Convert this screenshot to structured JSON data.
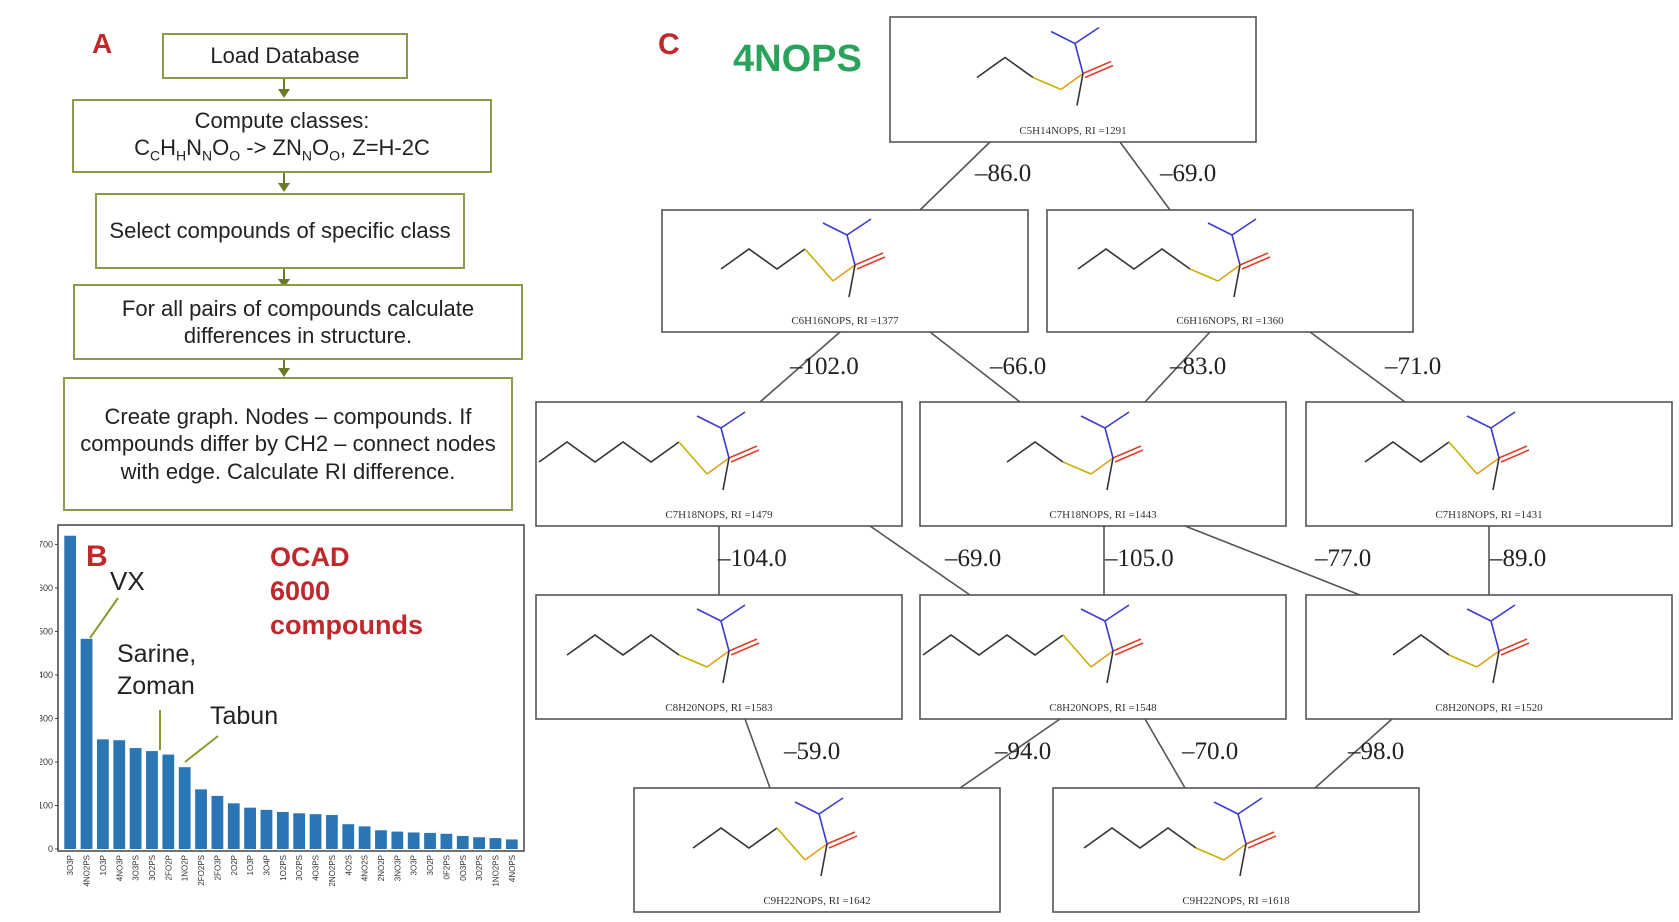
{
  "panel_a": {
    "label": "A",
    "steps": [
      {
        "text": "Load Database"
      },
      {
        "line1": "Compute classes:",
        "f1": "C",
        "s1": "C",
        "f2": "H",
        "s2": "H",
        "f3": "N",
        "s3": "N",
        "f4": "O",
        "s4": "O",
        "arrow": " -> ZN",
        "s5": "N",
        "f6": "O",
        "s6": "O",
        "tail": ", Z=H-2C"
      },
      {
        "text": "Select compounds of specific class"
      },
      {
        "text": "For all pairs of compounds calculate differences in structure."
      },
      {
        "text": "Create graph. Nodes – compounds. If compounds differ by CH2 – connect nodes with edge. Calculate RI difference."
      }
    ]
  },
  "panel_b": {
    "label": "B",
    "db_line1": "OCAD",
    "db_line2": "6000",
    "db_line3": "compounds",
    "ann_vx": "VX",
    "ann_sarine": "Sarine,",
    "ann_zoman": "Zoman",
    "ann_tabun": "Tabun"
  },
  "chart_data": {
    "type": "bar",
    "categories": [
      "3O3P",
      "4NO2PS",
      "1O3P",
      "4NO3P",
      "3O3PS",
      "3O2PS",
      "2FO2P",
      "1NO2P",
      "2FO2PS",
      "2FO3P",
      "2O2P",
      "1O3P",
      "3O4P",
      "1O2PS",
      "3O2PS",
      "4O3PS",
      "2NO2PS",
      "4O2S",
      "4NO2S",
      "2NO2P",
      "3NO3P",
      "3O3P",
      "3O2P",
      "0F2PS",
      "0O3PS",
      "3O2PS",
      "1NO2PS",
      "4NOPS"
    ],
    "values": [
      720,
      483,
      252,
      250,
      232,
      225,
      217,
      188,
      137,
      122,
      105,
      95,
      90,
      85,
      82,
      80,
      78,
      57,
      52,
      43,
      40,
      38,
      37,
      35,
      30,
      27,
      25,
      22
    ],
    "yticks": [
      "700",
      "600",
      "500",
      "400",
      "300",
      "200",
      "100",
      "0"
    ],
    "ylim": [
      0,
      740
    ],
    "color": "#2a75b3"
  },
  "panel_c": {
    "label": "C",
    "title": "4NOPS",
    "nodes": [
      {
        "caption": "C5H14NOPS, RI =1291"
      },
      {
        "caption": "C6H16NOPS, RI =1377"
      },
      {
        "caption": "C6H16NOPS, RI =1360"
      },
      {
        "caption": "C7H18NOPS, RI =1479"
      },
      {
        "caption": "C7H18NOPS, RI =1443"
      },
      {
        "caption": "C7H18NOPS, RI =1431"
      },
      {
        "caption": "C8H20NOPS, RI =1583"
      },
      {
        "caption": "C8H20NOPS, RI =1548"
      },
      {
        "caption": "C8H20NOPS, RI =1520"
      },
      {
        "caption": "C9H22NOPS, RI =1642"
      },
      {
        "caption": "C9H22NOPS, RI =1618"
      }
    ],
    "edges": [
      {
        "label": "–86.0"
      },
      {
        "label": "–69.0"
      },
      {
        "label": "–102.0"
      },
      {
        "label": "–66.0"
      },
      {
        "label": "–83.0"
      },
      {
        "label": "–71.0"
      },
      {
        "label": "–104.0"
      },
      {
        "label": "–69.0"
      },
      {
        "label": "–105.0"
      },
      {
        "label": "–77.0"
      },
      {
        "label": "–89.0"
      },
      {
        "label": "–59.0"
      },
      {
        "label": "–94.0"
      },
      {
        "label": "–70.0"
      },
      {
        "label": "–98.0"
      }
    ]
  }
}
